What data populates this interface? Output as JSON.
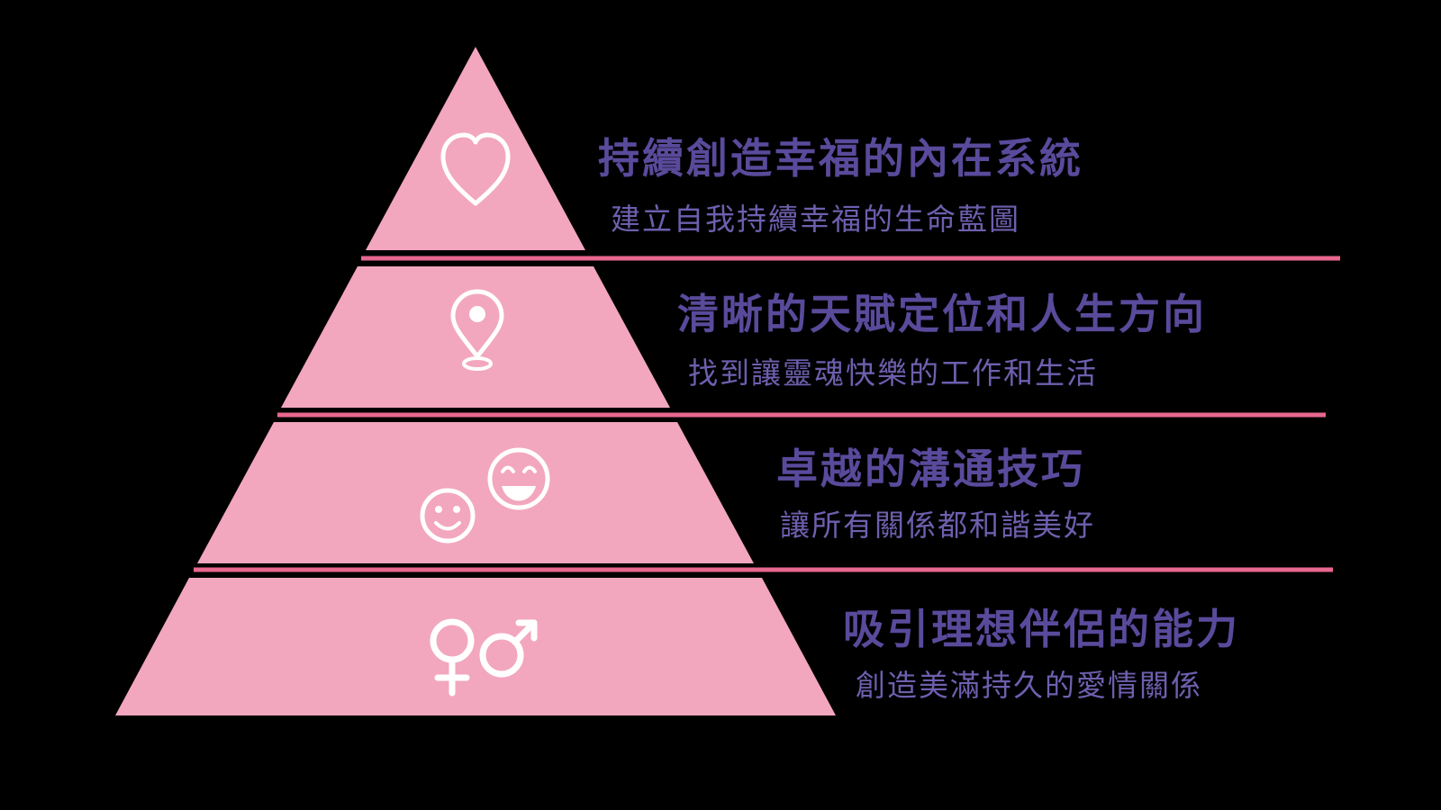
{
  "diagram": {
    "type": "pyramid-infographic",
    "colors": {
      "bg": "#000000",
      "pyramid": "#f2a7be",
      "line": "#e8688f",
      "title": "#5a4a9b",
      "subtitle": "#6e5fae",
      "icon": "#ffffff"
    },
    "levels": [
      {
        "icon": "heart-icon",
        "title": "持續創造幸福的內在系統",
        "subtitle": "建立自我持續幸福的生命藍圖"
      },
      {
        "icon": "location-pin-icon",
        "title": "清晰的天賦定位和人生方向",
        "subtitle": "找到讓靈魂快樂的工作和生活"
      },
      {
        "icon": "smiley-faces-icon",
        "title": "卓越的溝通技巧",
        "subtitle": "讓所有關係都和諧美好"
      },
      {
        "icon": "gender-symbols-icon",
        "title": "吸引理想伴侶的能力",
        "subtitle": "創造美滿持久的愛情關係"
      }
    ]
  }
}
